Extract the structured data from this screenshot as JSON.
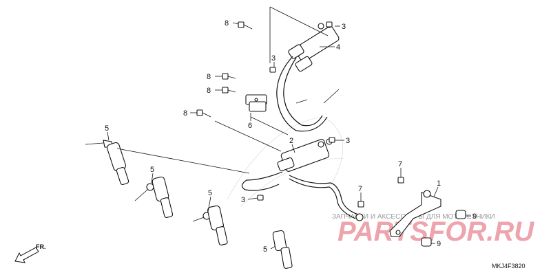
{
  "diagram": {
    "callouts": [
      {
        "id": "c8a",
        "text": "8"
      },
      {
        "id": "c3a",
        "text": "3"
      },
      {
        "id": "c4",
        "text": "4"
      },
      {
        "id": "c3b",
        "text": "3"
      },
      {
        "id": "c8b",
        "text": "8"
      },
      {
        "id": "c8c",
        "text": "8"
      },
      {
        "id": "c6",
        "text": "6"
      },
      {
        "id": "c8d",
        "text": "8"
      },
      {
        "id": "c2",
        "text": "2"
      },
      {
        "id": "c3c",
        "text": "3"
      },
      {
        "id": "c5a",
        "text": "5"
      },
      {
        "id": "c5b",
        "text": "5"
      },
      {
        "id": "c5c",
        "text": "5"
      },
      {
        "id": "c5d",
        "text": "5"
      },
      {
        "id": "c3d",
        "text": "3"
      },
      {
        "id": "c7a",
        "text": "7"
      },
      {
        "id": "c7b",
        "text": "7"
      },
      {
        "id": "c1",
        "text": "1"
      },
      {
        "id": "c9a",
        "text": "9"
      },
      {
        "id": "c9b",
        "text": "9"
      }
    ],
    "front_arrow_label": "FR.",
    "drawing_code": "MKJ4F3820"
  },
  "watermark": {
    "brand": "PARTSFOR.RU",
    "tagline": "ЗАПЧАСТИ И АКСЕССУАРЫ ДЛЯ МОТОТЕХНИКИ",
    "color": "#e05a6a"
  }
}
